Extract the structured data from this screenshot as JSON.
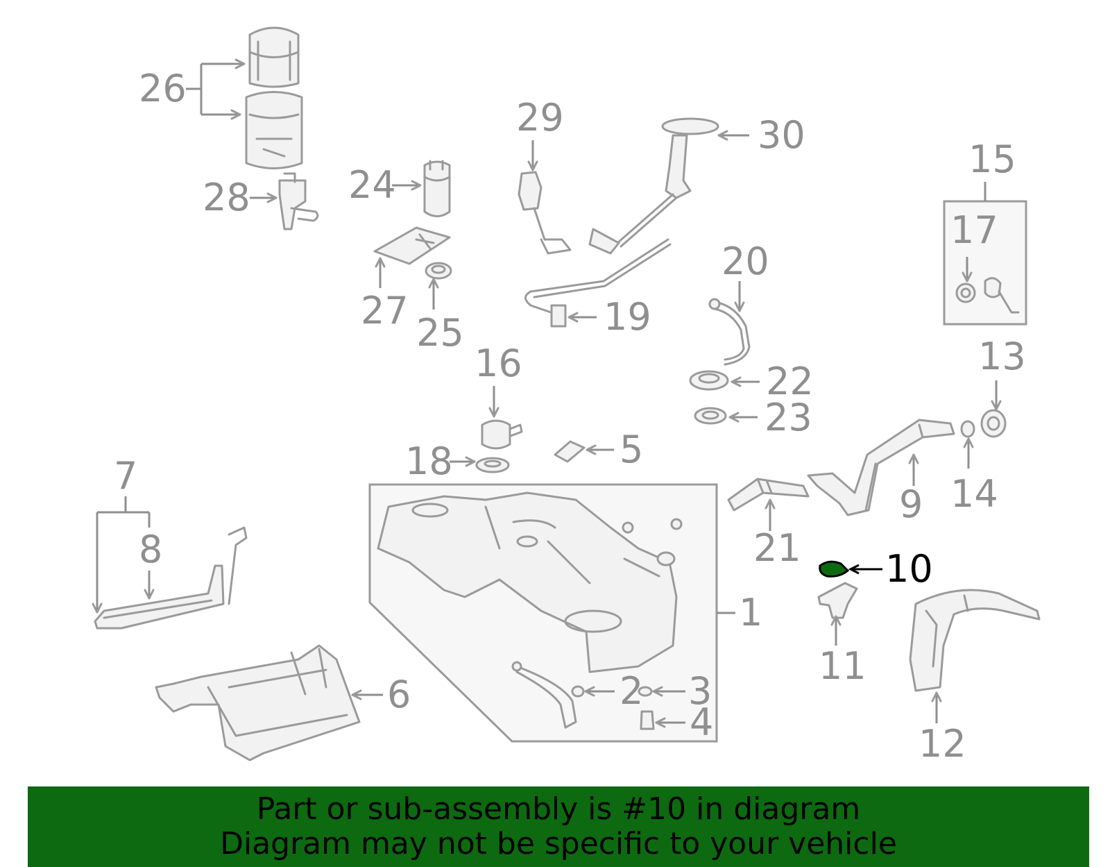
{
  "diagram": {
    "highlighted_part": "10",
    "callouts": {
      "c1": "1",
      "c2": "2",
      "c3": "3",
      "c4": "4",
      "c5": "5",
      "c6": "6",
      "c7": "7",
      "c8": "8",
      "c9": "9",
      "c10": "10",
      "c11": "11",
      "c12": "12",
      "c13": "13",
      "c14": "14",
      "c15": "15",
      "c16": "16",
      "c17": "17",
      "c18": "18",
      "c19": "19",
      "c20": "20",
      "c21": "21",
      "c22": "22",
      "c23": "23",
      "c24": "24",
      "c25": "25",
      "c26": "26",
      "c27": "27",
      "c28": "28",
      "c29": "29",
      "c30": "30"
    },
    "colors": {
      "line_art": "#9a9a9a",
      "callout_text": "#8f8f8f",
      "highlight": "#0d6a10",
      "banner_background": "#0d6a10"
    }
  },
  "banner": {
    "line1": "Part or sub-assembly is #10 in diagram",
    "line2": "Diagram may not be specific to your vehicle"
  }
}
